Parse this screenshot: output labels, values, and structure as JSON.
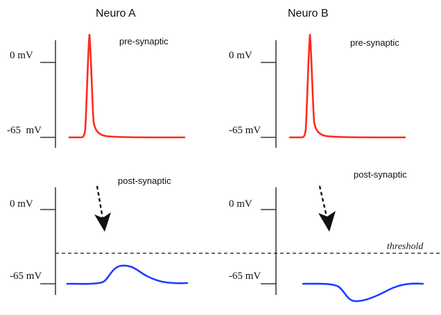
{
  "panels": [
    {
      "title": "Neuro A",
      "pre_label": "pre-synaptic",
      "post_label": "post-synaptic",
      "top_tick_label": "0 mV",
      "rest_tick_label_pre": "-65  mV",
      "rest_tick_label_post": "-65 mV",
      "post_response": "depolarizing (EPSP)"
    },
    {
      "title": "Neuro B",
      "pre_label": "pre-synaptic",
      "post_label": "post-synaptic",
      "top_tick_label": "0 mV",
      "rest_tick_label_pre": "-65 mV",
      "rest_tick_label_post": "-65 mV",
      "post_response": "hyperpolarizing (IPSP)"
    }
  ],
  "threshold_label": "threshold",
  "colors": {
    "action_potential": "#ff2a1a",
    "postsynaptic_trace": "#1f3cff",
    "axes": "#111111",
    "threshold_line": "#111111",
    "arrow": "#111111"
  }
}
